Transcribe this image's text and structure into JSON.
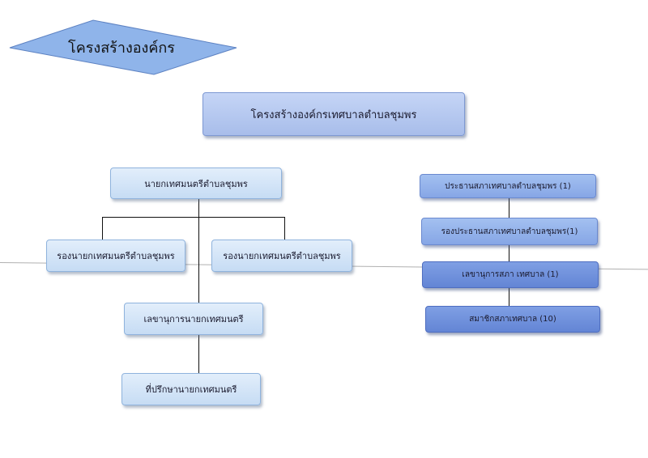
{
  "header": {
    "title": "โครงสร้างองค์กร"
  },
  "chart_title": "โครงสร้างองค์กรเทศบาลตำบลชุมพร",
  "executive": {
    "mayor": "นายกเทศมนตรีตำบลชุมพร",
    "deputy_left": "รองนายกเทศมนตรีตำบลชุมพร",
    "deputy_right": "รองนายกเทศมนตรีตำบลชุมพร",
    "secretary": "เลขานุการนายกเทศมนตรี",
    "advisor": "ที่ปรึกษานายกเทศมนตรี"
  },
  "council": {
    "president": "ประธานสภาเทศบาลตำบลชุมพร (1)",
    "vice_president": "รองประธานสภาเทศบาลตำบลชุมพร(1)",
    "secretary": "เลขานุการสภา เทศบาล (1)",
    "members": "สมาชิกสภาเทศบาล (10)"
  },
  "colors": {
    "header_diamond": "#88b0e8",
    "light_box": "#d4e5f8",
    "main_box": "#b4c6ef",
    "mid_box": "#93b2eb",
    "dark_box": "#7192dc"
  }
}
